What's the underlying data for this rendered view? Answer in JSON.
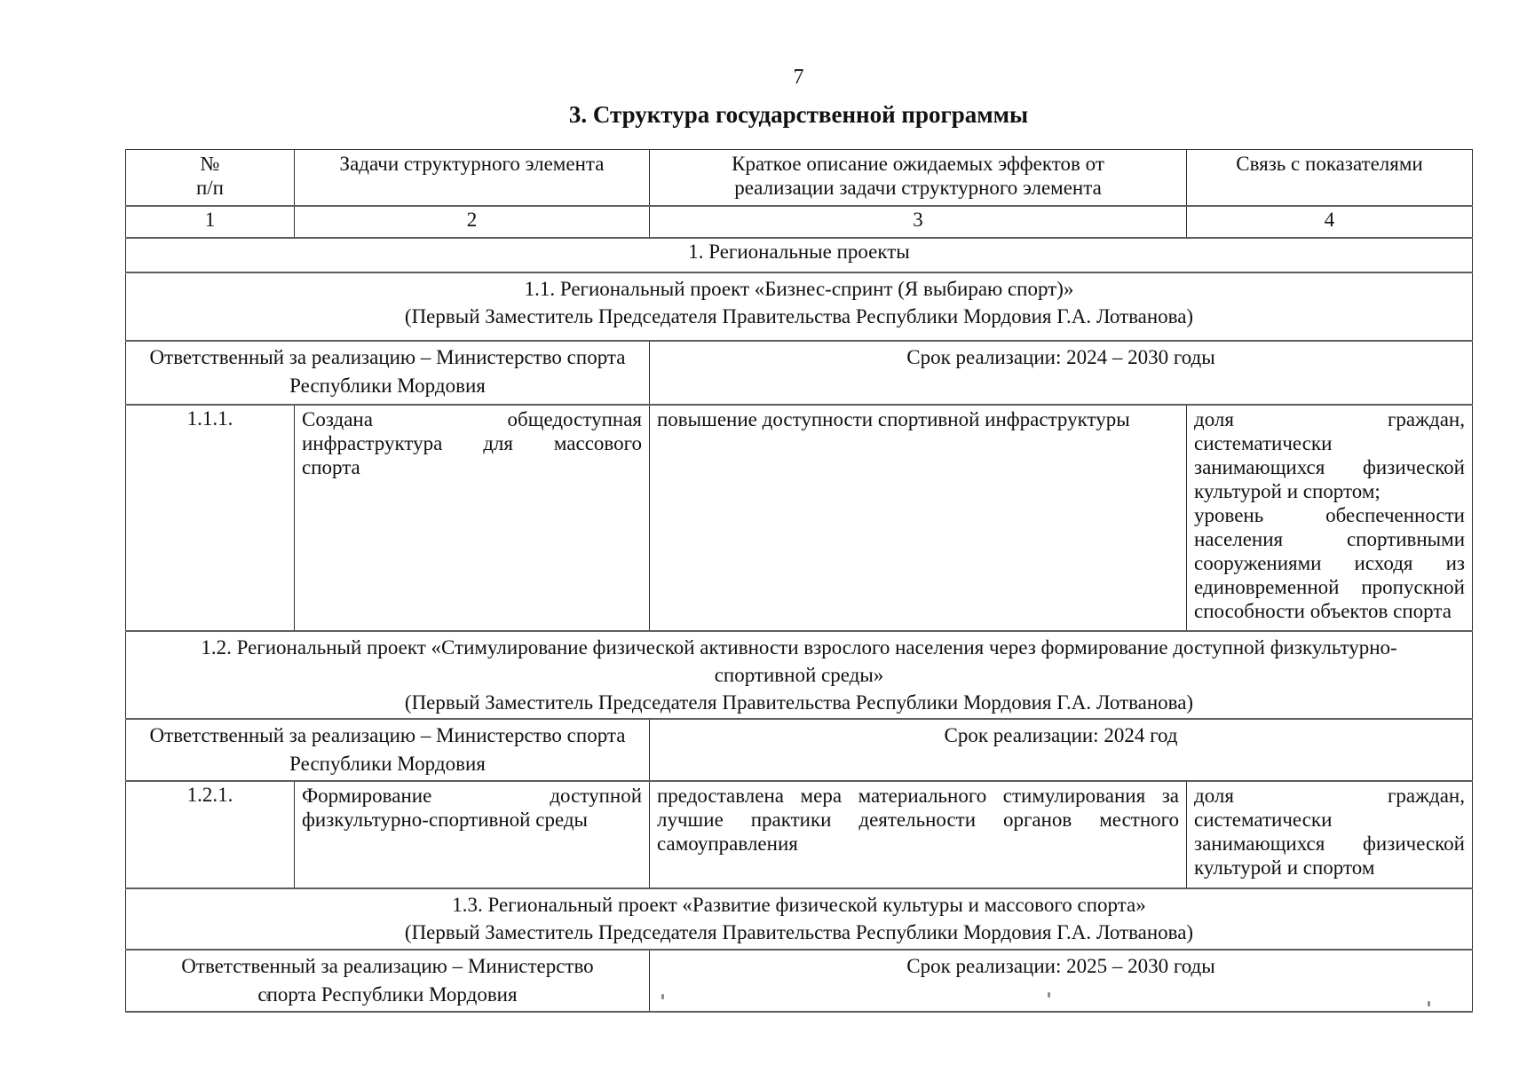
{
  "page": {
    "number": "7",
    "title": "3. Структура государственной программы"
  },
  "table": {
    "header": {
      "col1": "№\nп/п",
      "col2": "Задачи структурного элемента",
      "col3": "Краткое описание ожидаемых эффектов от\nреализации задачи структурного элемента",
      "col4": "Связь с показателями",
      "num1": "1",
      "num2": "2",
      "num3": "3",
      "num4": "4"
    },
    "group_title": "1. Региональные проекты",
    "projects": [
      {
        "title": "1.1. Региональный проект «Бизнес-спринт (Я выбираю спорт)»",
        "curator": "(Первый Заместитель Председателя Правительства Республики Мордовия Г.А. Лотванова)",
        "responsible": "Ответственный за реализацию – Министерство спорта\nРеспублики Мордовия",
        "period": "Срок реализации: 2024 – 2030 годы"
      },
      {
        "title": "1.2. Региональный проект «Стимулирование физической активности взрослого населения через формирование доступной физкультурно-\nспортивной среды»",
        "curator": "(Первый Заместитель Председателя Правительства Республики Мордовия Г.А. Лотванова)",
        "responsible": "Ответственный за реализацию – Министерство спорта\nРеспублики Мордовия",
        "period": "Срок реализации: 2024 год"
      },
      {
        "title": "1.3. Региональный проект «Развитие физической культуры и массового спорта»",
        "curator": "(Первый Заместитель Председателя Правительства Республики Мордовия Г.А. Лотванова)",
        "responsible": "Ответственный за реализацию – Министерство\nспорта Республики Мордовия",
        "period": "Срок реализации: 2025 – 2030 годы"
      }
    ],
    "items": [
      {
        "num": "1.1.1.",
        "task_lines": [
          "Создана общедоступная",
          "инфраструктура для массового",
          "спорта"
        ],
        "effect_lines": [
          "повышение доступности спортивной инфраструктуры"
        ],
        "indicator_lines": [
          "доля граждан,",
          "систематически",
          "занимающихся физической",
          "культурой и спортом;",
          "уровень обеспеченности",
          "населения спортивными",
          "сооружениями исходя из",
          "единовременной пропускной",
          "способности объектов спорта"
        ]
      },
      {
        "num": "1.2.1.",
        "task_lines": [
          "Формирование доступной",
          "физкультурно-спортивной среды"
        ],
        "effect_lines": [
          "предоставлена мера материального стимулирования за",
          "лучшие практики деятельности органов местного",
          "самоуправления"
        ],
        "indicator_lines": [
          "доля граждан,",
          "систематически",
          "занимающихся физической",
          "культурой и спортом"
        ]
      }
    ]
  }
}
